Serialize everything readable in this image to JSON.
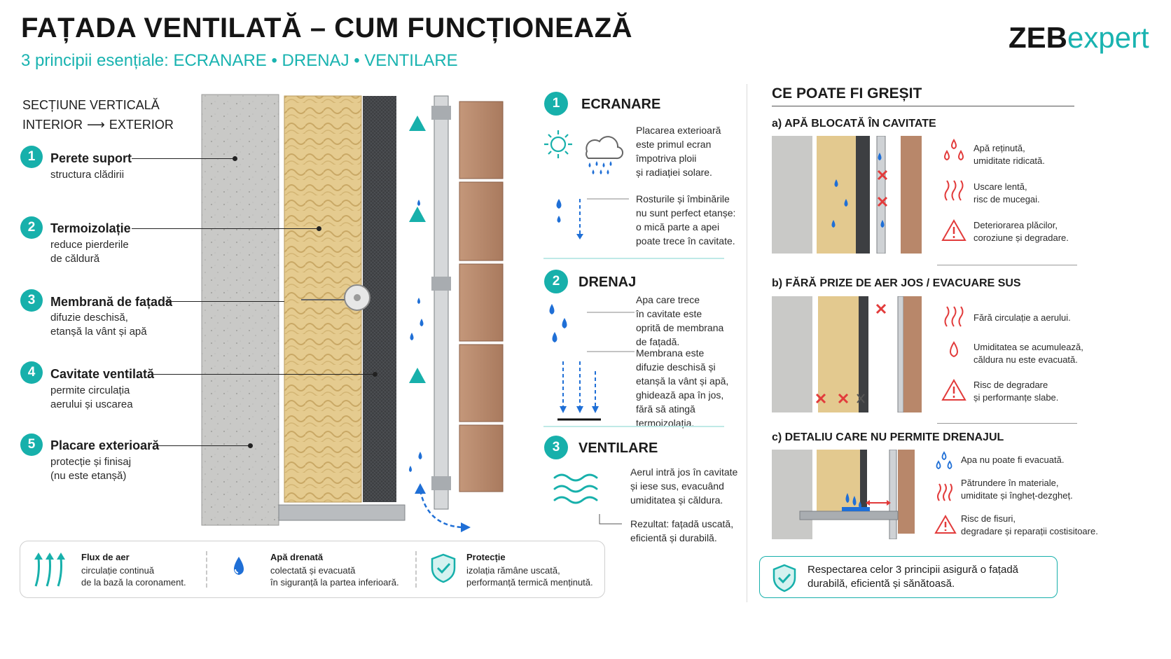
{
  "header": {
    "title": "FAȚADA VENTILATĂ – CUM FUNCȚIONEAZĂ",
    "subtitle": "3 principii esențiale: ECRANARE • DRENAJ • VENTILARE",
    "logo_bold": "ZEB",
    "logo_light": "expert"
  },
  "section": {
    "heading": "SECȚIUNE VERTICALĂ",
    "from": "INTERIOR",
    "arrow": "⟶",
    "to": "EXTERIOR"
  },
  "layers": [
    {
      "num": "1",
      "title": "Perete suport",
      "desc": "structura clădirii"
    },
    {
      "num": "2",
      "title": "Termoizolație",
      "desc": "reduce pierderile\nde căldură"
    },
    {
      "num": "3",
      "title": "Membrană de fațadă",
      "desc": "difuzie deschisă,\netanșă la vânt și apă"
    },
    {
      "num": "4",
      "title": "Cavitate ventilată",
      "desc": "permite circulația\naerului și uscarea"
    },
    {
      "num": "5",
      "title": "Placare exterioară",
      "desc": "protecție și finisaj\n(nu este etanșă)"
    }
  ],
  "principles": {
    "ecranare": {
      "num": "1",
      "title": "ECRANARE",
      "text1": "Placarea exterioară\neste primul ecran\nîmpotriva ploii\nși radiației solare.",
      "text2": "Rosturile și îmbinările\nnu sunt perfect etanșe:\no mică parte a apei\npoate trece în cavitate."
    },
    "drenaj": {
      "num": "2",
      "title": "DRENAJ",
      "text1": "Apa care trece\nîn cavitate este\noprită de membrana\nde fațadă.",
      "text2": "Membrana este\ndifuzie deschisă și\netanșă la vânt și apă,\nghidează apa în jos,\nfără să atingă\ntermoizolația."
    },
    "ventilare": {
      "num": "3",
      "title": "VENTILARE",
      "text1": "Aerul intră jos în cavitate\nși iese sus, evacuând\numiditatea și căldura.",
      "text2": "Rezultat: fațadă uscată,\neficientă și durabilă."
    }
  },
  "wrong": {
    "heading": "CE POATE FI GREȘIT",
    "a": {
      "title": "a) APĂ BLOCATĂ ÎN CAVITATE",
      "notes": [
        "Apă reținută,\numiditate ridicată.",
        "Uscare lentă,\nrisc de mucegai.",
        "Deteriorarea plăcilor,\ncoroziune și degradare."
      ]
    },
    "b": {
      "title": "b) FĂRĂ PRIZE DE AER JOS / EVACUARE SUS",
      "notes": [
        "Fără circulație a aerului.",
        "Umiditatea se acumulează,\ncăldura nu este evacuată.",
        "Risc de degradare\nși performanțe slabe."
      ]
    },
    "c": {
      "title": "c) DETALIU CARE NU PERMITE DRENAJUL",
      "notes": [
        "Apa nu poate fi evacuată.",
        "Pătrundere în materiale,\numiditate și îngheț-dezgheț.",
        "Risc de fisuri,\ndegradare și reparații costisitoare."
      ]
    }
  },
  "legend": [
    {
      "title": "Flux de aer",
      "text": "circulație continuă\nde la bază la coronament."
    },
    {
      "title": "Apă drenată",
      "text": "colectată și evacuată\nîn siguranță la partea inferioară."
    },
    {
      "title": "Protecție",
      "text": "izolația rămâne uscată,\nperformanță termică menținută."
    }
  ],
  "bottom_note": "Respectarea celor 3 principii asigură o fațadă\ndurabilă, eficientă și sănătoasă.",
  "colors": {
    "accent": "#17b0ab",
    "water": "#1f6fd6",
    "warning": "#e23b3b",
    "insulation": "#e3c98f",
    "cladding": "#b8876a"
  }
}
